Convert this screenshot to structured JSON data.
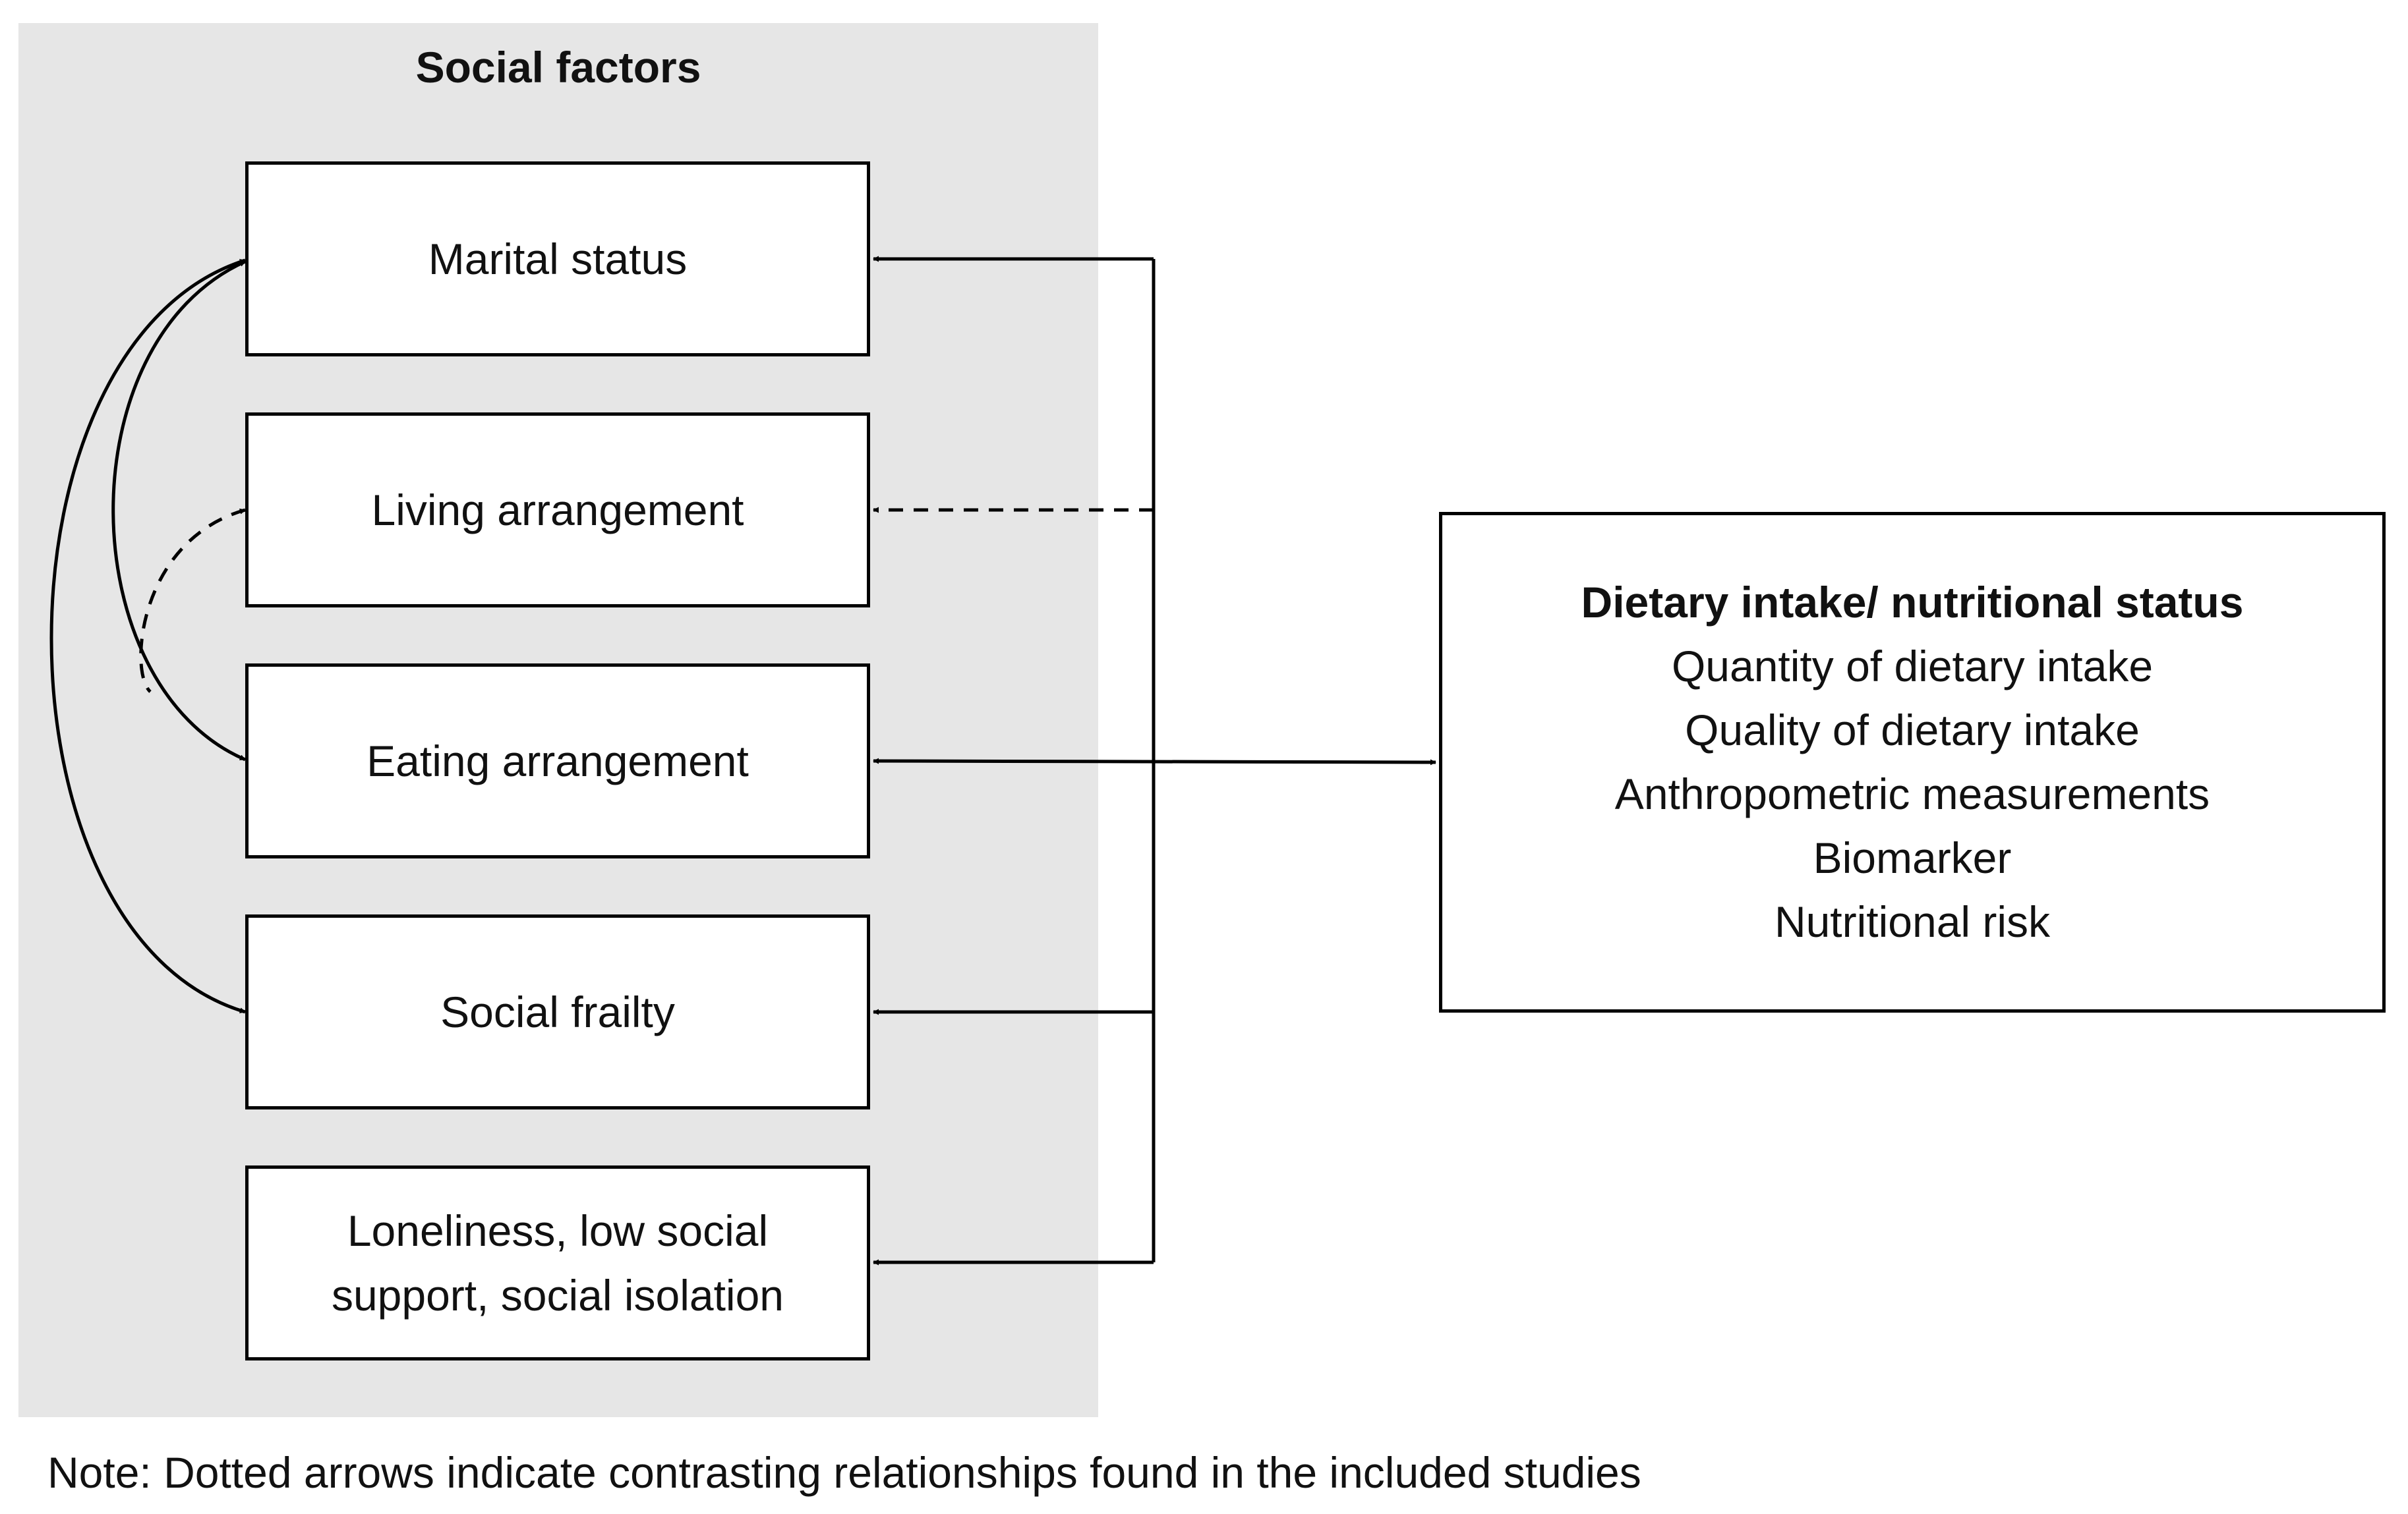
{
  "panel": {
    "title": "Social factors"
  },
  "factors": [
    {
      "label": "Marital status"
    },
    {
      "label": "Living arrangement"
    },
    {
      "label": "Eating arrangement"
    },
    {
      "label": "Social frailty"
    },
    {
      "label": "Loneliness, low social support, social isolation"
    }
  ],
  "outcome": {
    "title": "Dietary intake/ nutritional status",
    "items": [
      "Quantity of dietary intake",
      "Quality of dietary intake",
      "Anthropometric measurements",
      "Biomarker",
      "Nutritional risk"
    ]
  },
  "note": "Note: Dotted arrows indicate contrasting relationships found in the included studies"
}
